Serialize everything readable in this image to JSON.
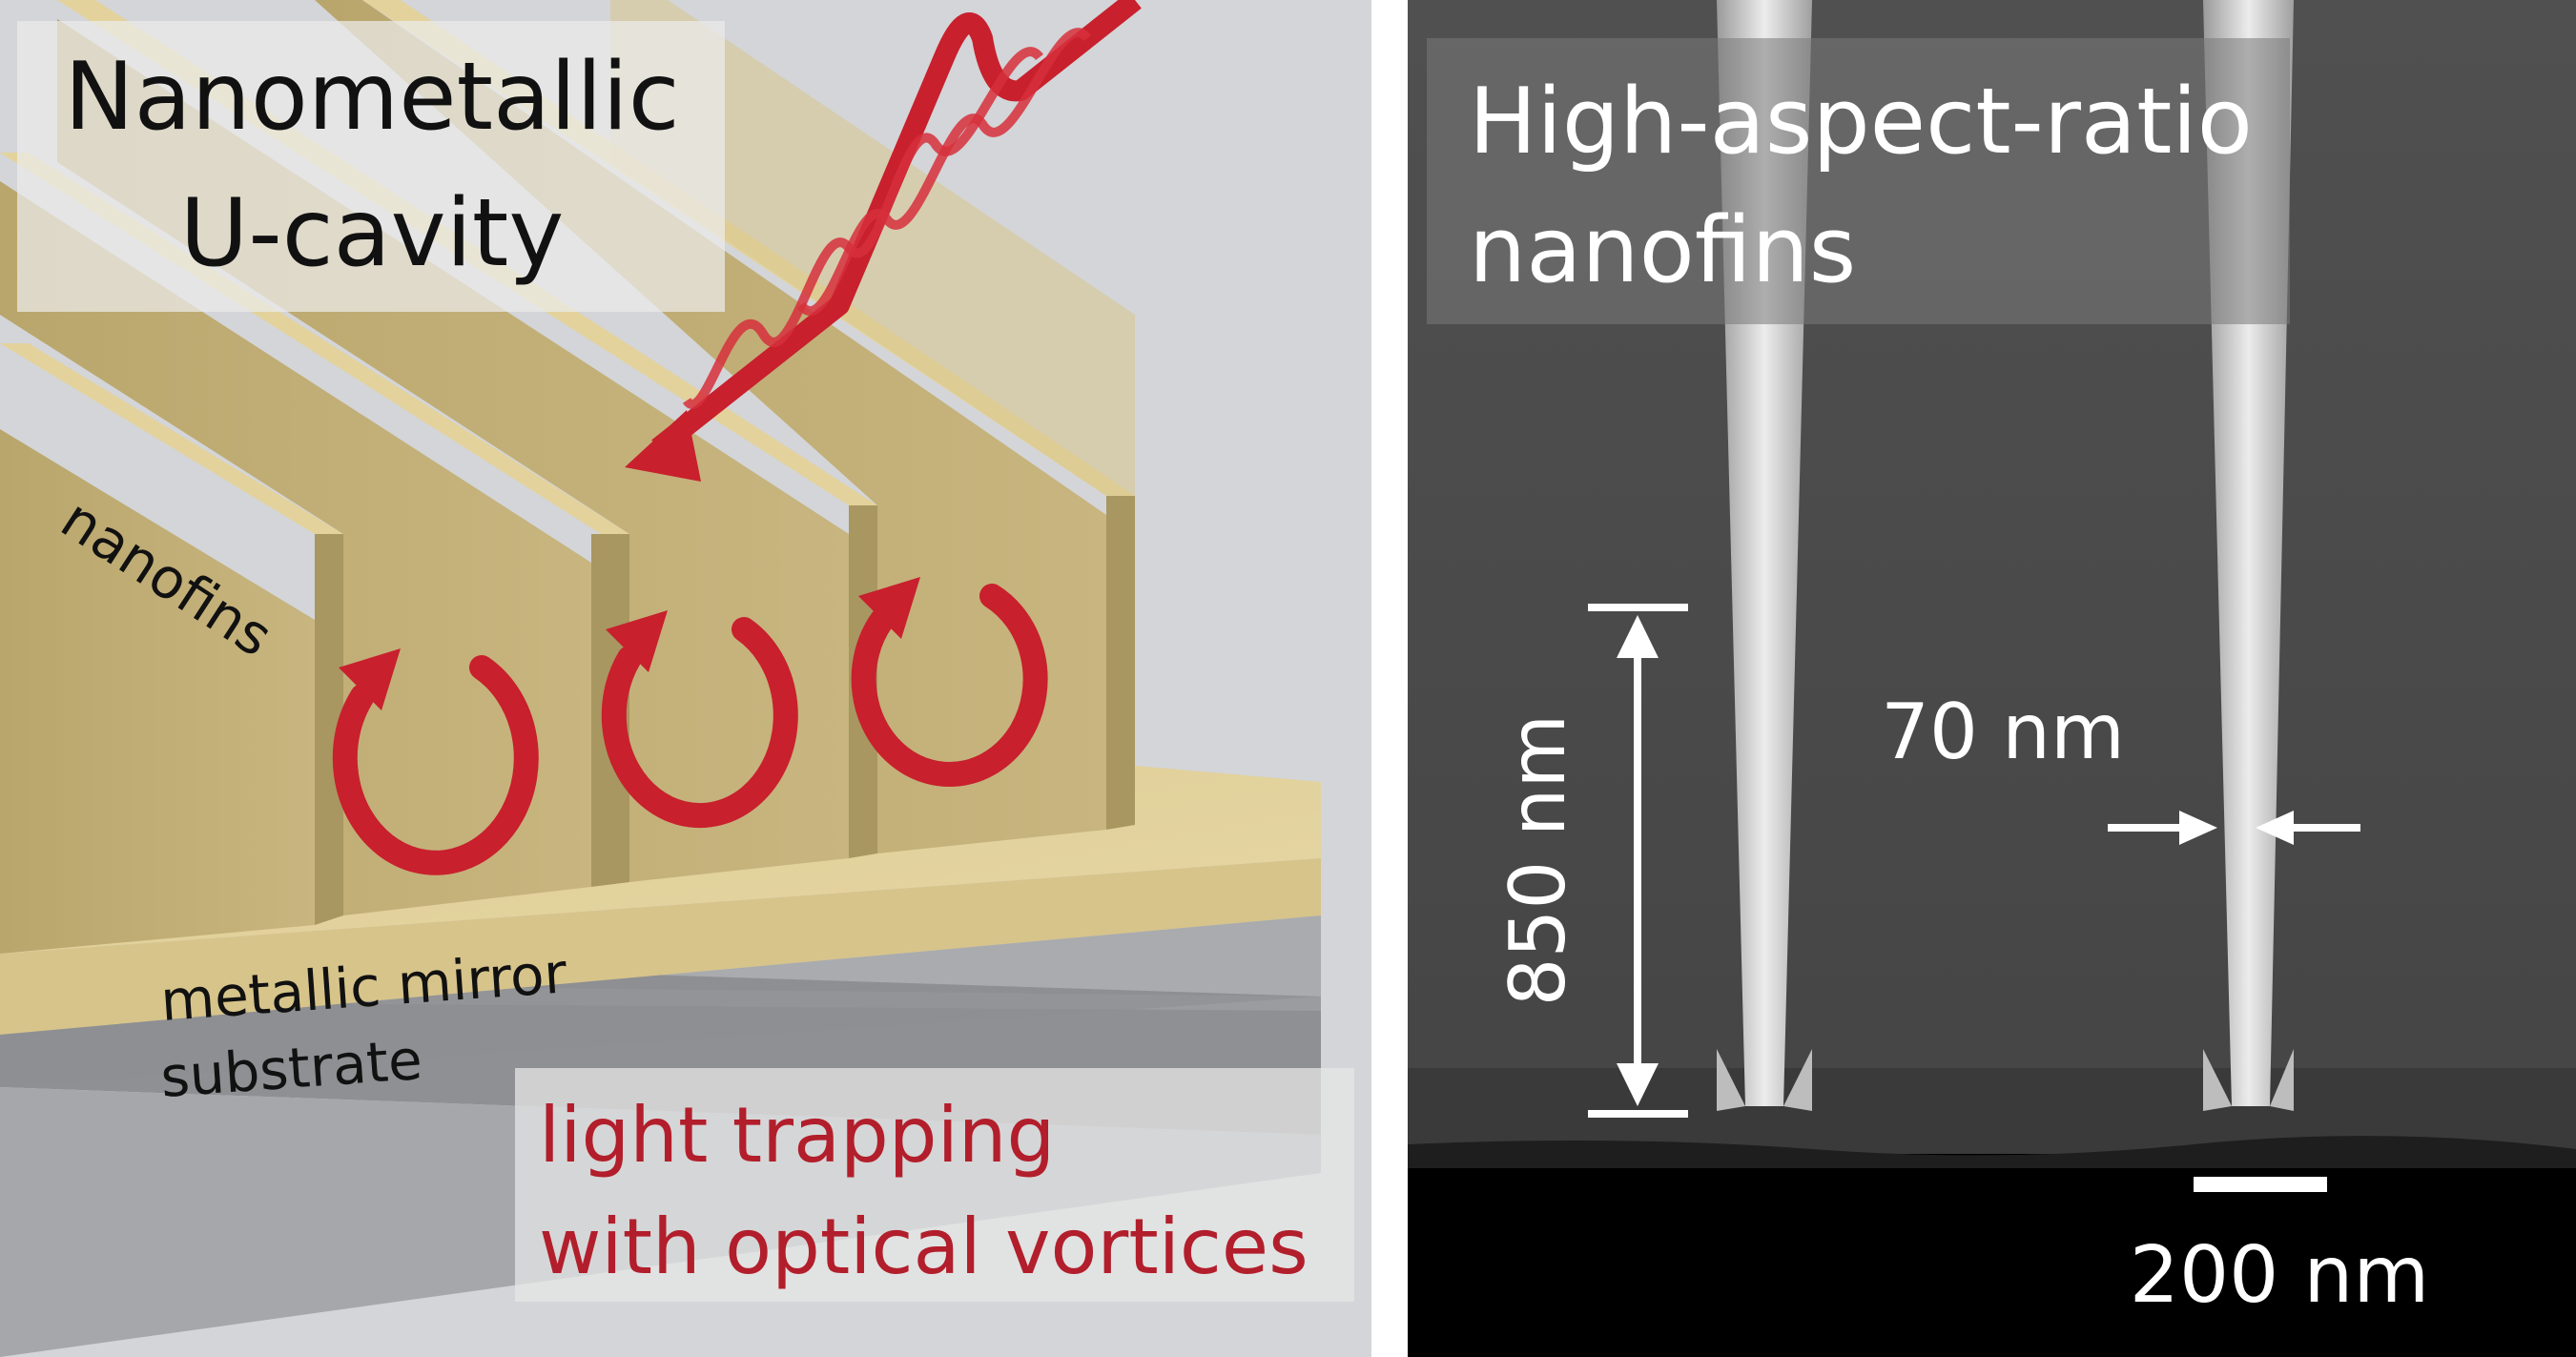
{
  "left_panel": {
    "title_line1": "Nanometallic",
    "title_line2": "U-cavity",
    "label_nanofins": "nanofins",
    "label_mirror": "metallic mirror",
    "label_substrate": "substrate",
    "caption_line1": "light trapping",
    "caption_line2": "with optical vortices",
    "colors": {
      "background": "#d3d5d8",
      "gold": "#c8b57f",
      "vortex_red": "#c8202d",
      "caption_red": "#b21e2b",
      "substrate": "#8e9093"
    }
  },
  "right_panel": {
    "title_line1": "High-aspect-ratio",
    "title_line2": "nanofins",
    "height_label": "850 nm",
    "width_label": "70 nm",
    "scalebar_label": "200 nm",
    "colors": {
      "background": "#4b4b4b",
      "fin": "#d8d8d8",
      "text": "#ffffff"
    }
  }
}
